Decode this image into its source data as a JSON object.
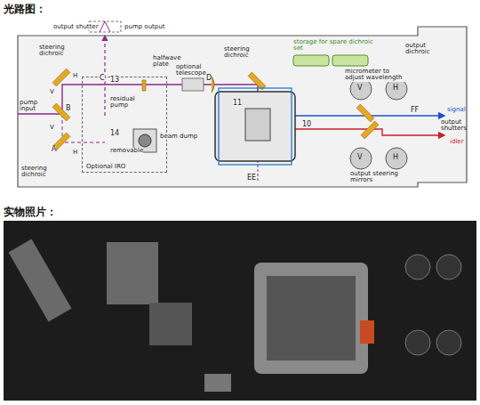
{
  "diagram": {
    "title": "光路图：",
    "nodes": [
      {
        "text": [
          "Optional IRO"
        ]
      }
    ],
    "edges": [],
    "labels": [
      "output shutter",
      "pump output",
      "steering dichroic",
      "halfwave plate",
      "optional telescope",
      "steering dichroic",
      "storage for spare dichroic set",
      "micrometer to adjust wavelength",
      "output dichroic",
      "signal",
      "output shutters",
      "idler",
      "output steering mirrors",
      "pump input",
      "residual pump",
      "removable",
      "beam dump",
      "steering dichroic",
      "C",
      "B",
      "A",
      "D",
      "EE",
      "FF",
      "13",
      "14",
      "11",
      "10",
      "V",
      "H",
      "V",
      "H",
      "H",
      "V",
      "H",
      "V",
      "实物照片："
    ]
  }
}
